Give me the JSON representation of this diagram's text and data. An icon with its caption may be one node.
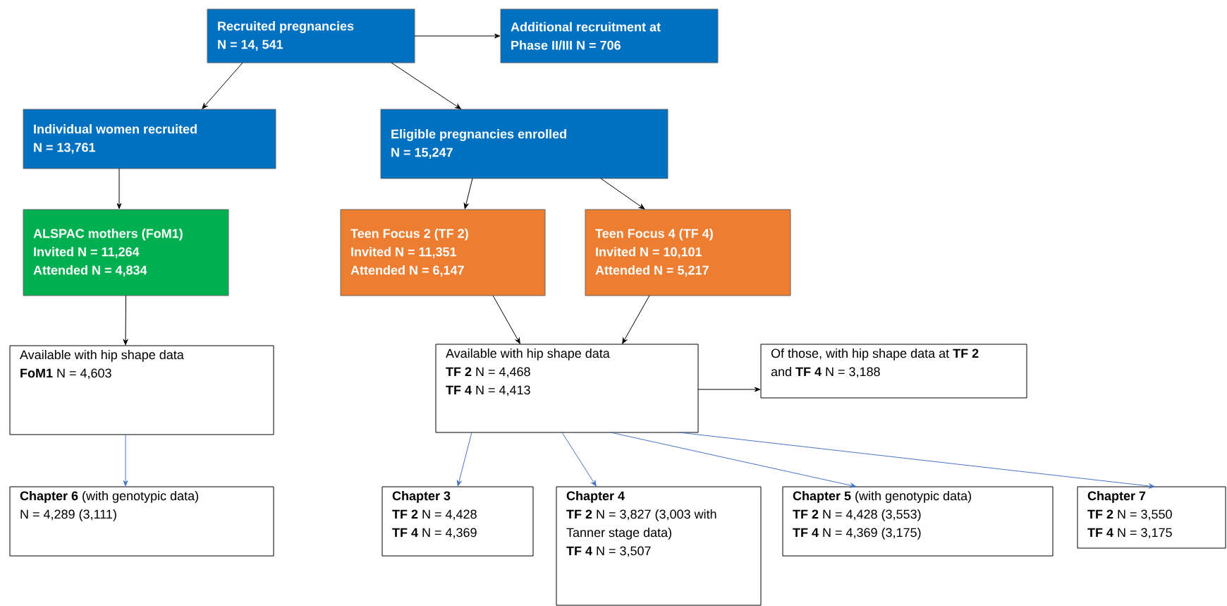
{
  "diagram": {
    "nodes": [
      {
        "text": [
          "Recruited pregnancies",
          "N = 14, 541"
        ]
      },
      {
        "text": [
          "Additional recruitment at Phase II/III N = 706"
        ]
      },
      {
        "text": [
          "Individual women recruited",
          "N = 13,761"
        ]
      },
      {
        "text": [
          "Eligible pregnancies enrolled",
          "N = 15,247"
        ]
      },
      {
        "text": [
          "ALSPAC mothers (FoM1)",
          "Invited N = 11,264",
          "Attended N = 4,834"
        ]
      },
      {
        "text": [
          "Teen Focus 2 (TF 2)",
          "Invited N = 11,351",
          "Attended N = 6,147"
        ]
      },
      {
        "text": [
          "Teen Focus 4 (TF 4)",
          "Invited N = 10,101",
          "Attended N = 5,217"
        ]
      },
      {
        "text": [
          "Available with hip shape data",
          "**FoM1** N = 4,603"
        ]
      },
      {
        "text": [
          "Available with hip shape data",
          "**TF 2** N = 4,468",
          "**TF 4** N = 4,413"
        ]
      },
      {
        "text": [
          "Of those, with hip shape data at **TF 2** and **TF 4** N = 3,188"
        ]
      },
      {
        "text": [
          "**Chapter 6** (with genotypic data)",
          "N = 4,289 (3,111)"
        ]
      },
      {
        "text": [
          "**Chapter 3**",
          "**TF 2** N = 4,428",
          "**TF 4** N = 4,369"
        ]
      },
      {
        "text": [
          "**Chapter 4**",
          "**TF 2** N = 3,827 (3,003 with Tanner stage data)",
          "**TF 4** N = 3,507"
        ]
      },
      {
        "text": [
          "**Chapter 5** (with genotypic data)",
          "**TF 2** N = 4,428 (3,553)",
          "**TF 4** N = 4,369 (3,175)"
        ]
      },
      {
        "text": [
          "**Chapter 7**",
          "**TF 2** N = 3,550",
          "**TF 4** N = 3,175"
        ]
      }
    ],
    "edges": [
      {
        "from": 0,
        "to": 1,
        "arrow": "to"
      },
      {
        "from": 0,
        "to": 2,
        "arrow": "to"
      },
      {
        "from": 0,
        "to": 3,
        "arrow": "to"
      },
      {
        "from": 2,
        "to": 4,
        "arrow": "to"
      },
      {
        "from": 3,
        "to": 5,
        "arrow": "to"
      },
      {
        "from": 3,
        "to": 6,
        "arrow": "to"
      },
      {
        "from": 4,
        "to": 7,
        "arrow": "to"
      },
      {
        "from": 5,
        "to": 8,
        "arrow": "to"
      },
      {
        "from": 6,
        "to": 8,
        "arrow": "to"
      },
      {
        "from": 8,
        "to": 9,
        "arrow": "to"
      },
      {
        "from": 7,
        "to": 10,
        "arrow": "to",
        "color": "#4472c4"
      },
      {
        "from": 8,
        "to": 11,
        "arrow": "to",
        "color": "#4472c4"
      },
      {
        "from": 8,
        "to": 12,
        "arrow": "to",
        "color": "#4472c4"
      },
      {
        "from": 8,
        "to": 13,
        "arrow": "to",
        "color": "#4472c4"
      },
      {
        "from": 8,
        "to": 14,
        "arrow": "to",
        "color": "#4472c4"
      }
    ]
  }
}
